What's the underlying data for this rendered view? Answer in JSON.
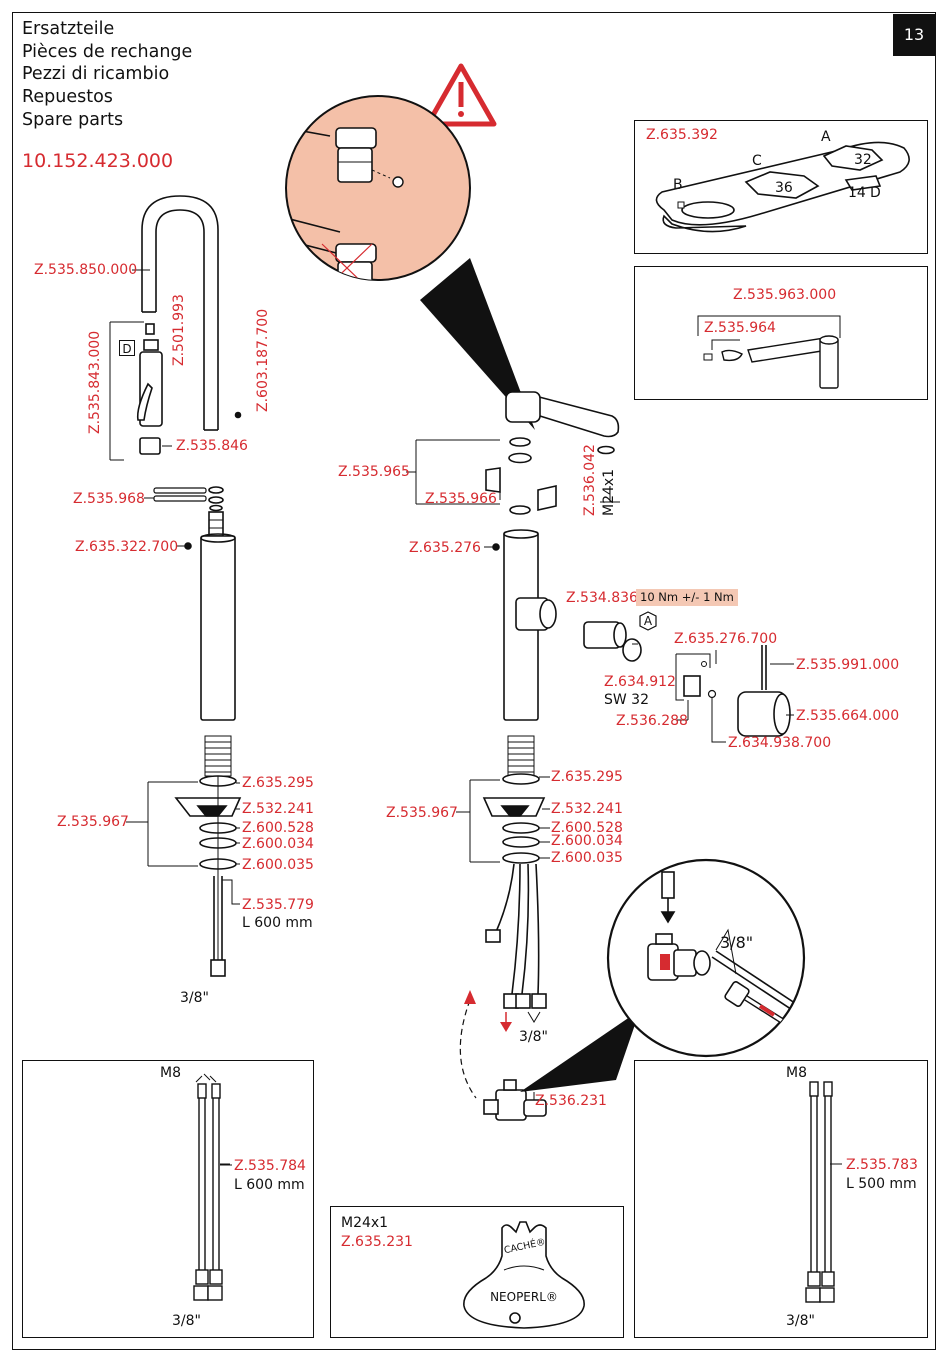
{
  "page_number": "13",
  "titles": [
    "Ersatzteile",
    "Pièces de rechange",
    "Pezzi di ricambio",
    "Repuestos",
    "Spare parts"
  ],
  "article_number": "10.152.423.000",
  "colors": {
    "accent": "#d62b30",
    "salmon": "#f4c0a8",
    "ink": "#111111"
  },
  "icons": [
    "warning-triangle-icon",
    "arrow-up-icon",
    "arrow-down-icon"
  ],
  "left_assembly": {
    "spout": "Z.535.850.000",
    "group": "Z.535.843.000",
    "group_badge": "D",
    "screw_part": "Z.501.993",
    "hose": "Z.603.187.700",
    "adapter": "Z.535.846",
    "orings": "Z.535.968",
    "pin": "Z.635.322.700",
    "fixing_set": "Z.535.967",
    "washer": "Z.635.295",
    "bracket": "Z.532.241",
    "ring_1": "Z.600.528",
    "ring_2": "Z.600.034",
    "nut": "Z.600.035",
    "supply_hose": "Z.535.779",
    "supply_length": "L 600 mm",
    "thread": "3/8\""
  },
  "center_assembly": {
    "spout_seal": "Z.536.042",
    "spout_thread": "M24x1",
    "seal_set": "Z.535.965",
    "clip": "Z.535.966",
    "pin": "Z.635.276",
    "cartridge": "Z.534.836",
    "torque": "10 Nm +/- 1 Nm",
    "wrench_letter": "A",
    "cartridge_nut": "Z.634.912",
    "wrench_size": "SW 32",
    "grub_screw": "Z.635.276.700",
    "lever_pin": "Z.535.991.000",
    "lever_handle": "Z.535.664.000",
    "adapter_block": "Z.536.288",
    "set_screw": "Z.634.938.700",
    "fixing_set": "Z.535.967",
    "washer": "Z.635.295",
    "bracket": "Z.532.241",
    "ring_1": "Z.600.528",
    "ring_2": "Z.600.034",
    "nut": "Z.600.035",
    "thread": "3/8\"",
    "connector": "Z.536.231",
    "zoom_thread": "3/8\""
  },
  "wrench_box": {
    "part": "Z.635.392",
    "letters": [
      "A",
      "B",
      "C",
      "D"
    ],
    "sizes": [
      "32",
      "36",
      "14"
    ]
  },
  "lever_box": {
    "part": "Z.535.963.000",
    "clip": "Z.535.964"
  },
  "hose_box_left": {
    "thread_top": "M8",
    "part": "Z.535.784",
    "length": "L 600 mm",
    "thread_bottom": "3/8\""
  },
  "aerator_box": {
    "thread": "M24x1",
    "part": "Z.635.231",
    "brand_top": "CACHÉ®",
    "brand_bottom": "NEOPERL®"
  },
  "hose_box_right": {
    "thread_top": "M8",
    "part": "Z.535.783",
    "length": "L 500 mm",
    "thread_bottom": "3/8\""
  }
}
